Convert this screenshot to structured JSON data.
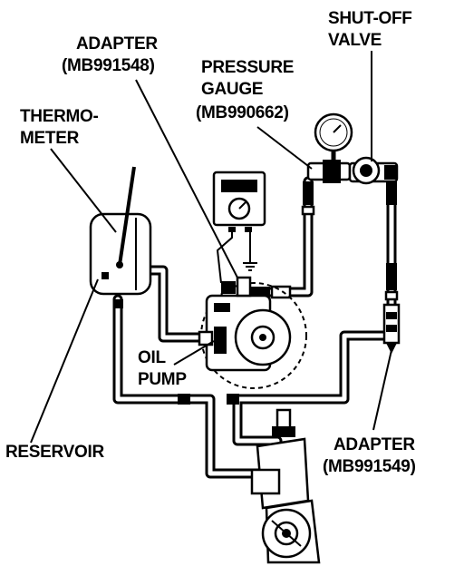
{
  "labels": {
    "adapter_top_1": "ADAPTER",
    "adapter_top_2": "(MB991548)",
    "shutoff_1": "SHUT-OFF",
    "shutoff_2": "VALVE",
    "gauge_1": "PRESSURE",
    "gauge_2": "GAUGE",
    "gauge_3": "(MB990662)",
    "thermo_1": "THERMO-",
    "thermo_2": "METER",
    "oil_1": "OIL",
    "oil_2": "PUMP",
    "reservoir": "RESERVOIR",
    "adapter_bot_1": "ADAPTER",
    "adapter_bot_2": "(MB991549)"
  },
  "icons": [
    "thermometer-icon",
    "multimeter-icon",
    "pressure-gauge-icon",
    "shutoff-valve-icon",
    "oil-pump-icon",
    "reservoir-icon",
    "steering-gear-icon"
  ],
  "colors": {
    "ink": "#000000",
    "paper": "#ffffff"
  }
}
